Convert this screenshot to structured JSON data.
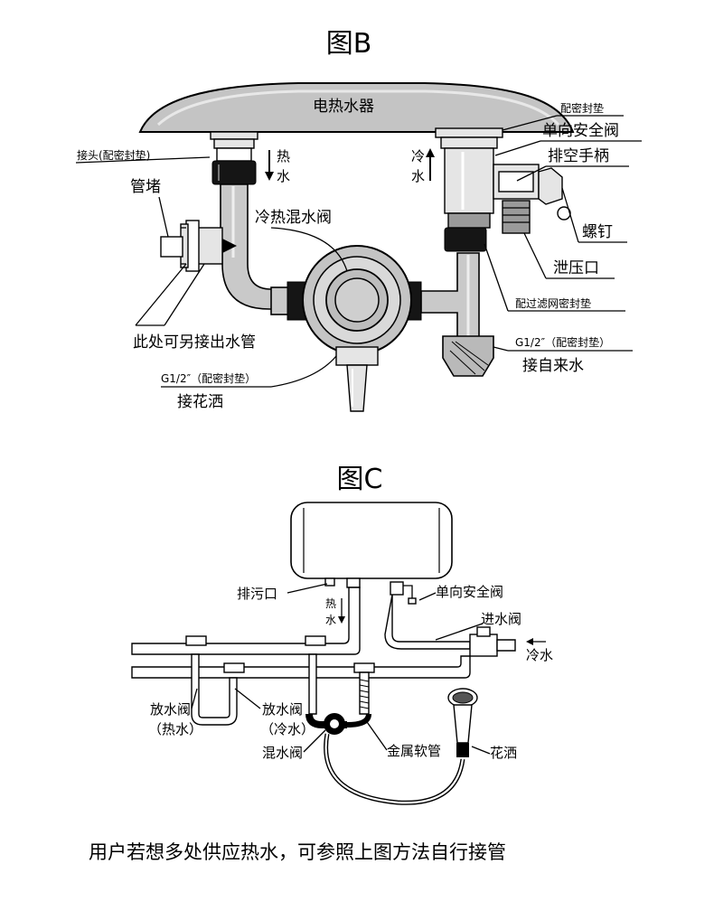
{
  "figure_b": {
    "title": "图B",
    "heater_label": "电热水器",
    "labels": {
      "fitting": "接头(配密封垫)",
      "hot_char1": "热",
      "hot_char2": "水",
      "cold_char1": "冷",
      "cold_char2": "水",
      "pipe_plug": "管堵",
      "mixing_valve": "冷热混水阀",
      "extra_outlet": "此处可另接出水管",
      "shower_spec": "G1/2″（配密封垫）",
      "shower_connect": "接花洒",
      "gasket_top": "配密封垫",
      "check_valve": "单向安全阀",
      "drain_handle": "排空手柄",
      "screw": "螺钉",
      "relief_port": "泄压口",
      "filter_gasket": "配过滤网密封垫",
      "inlet_spec": "G1/2″（配密封垫）",
      "tap_water": "接自来水"
    }
  },
  "figure_c": {
    "title": "图C",
    "labels": {
      "drain_port": "排污口",
      "hot_char1": "热",
      "hot_char2": "水",
      "check_valve": "单向安全阀",
      "inlet_valve": "进水阀",
      "cold_water": "冷水",
      "drain_valve_hot": "放水阀",
      "drain_valve_hot_sub": "（热水）",
      "drain_valve_cold": "放水阀",
      "drain_valve_cold_sub": "（冷水）",
      "mixing_valve": "混水阀",
      "metal_hose": "金属软管",
      "shower": "花洒"
    }
  },
  "footer_note": "用户若想多处供应热水，可参照上图方法自行接管"
}
